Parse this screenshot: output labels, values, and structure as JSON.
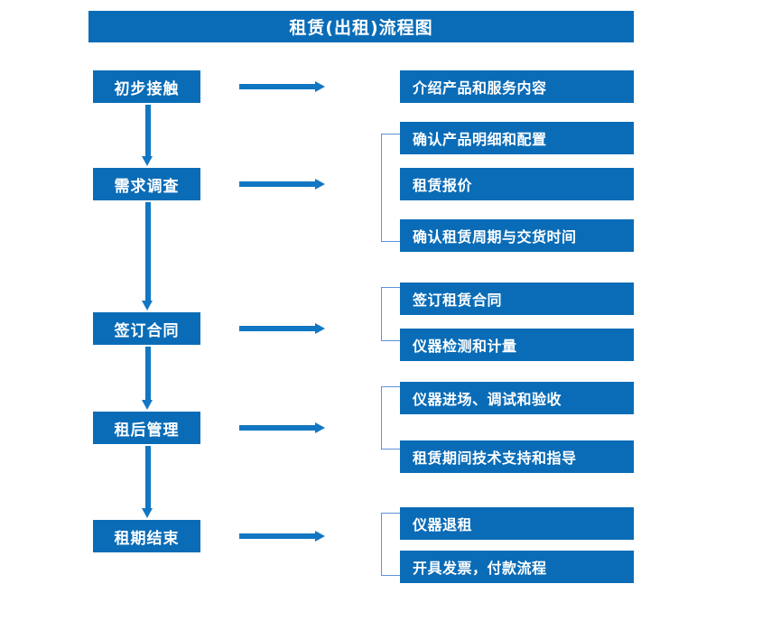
{
  "diagram": {
    "title": "租赁(出租)流程图",
    "accent_color": "#0a6cb7",
    "arrow_color": "#1277c2",
    "bracket_color": "#5b93d6",
    "text_color": "#ffffff",
    "background_color": "#ffffff"
  },
  "stages": [
    {
      "label": "初步接触"
    },
    {
      "label": "需求调查"
    },
    {
      "label": "签订合同"
    },
    {
      "label": "租后管理"
    },
    {
      "label": "租期结束"
    }
  ],
  "details": [
    {
      "label": "介绍产品和服务内容"
    },
    {
      "label": "确认产品明细和配置"
    },
    {
      "label": "租赁报价"
    },
    {
      "label": "确认租赁周期与交货时间"
    },
    {
      "label": "签订租赁合同"
    },
    {
      "label": "仪器检测和计量"
    },
    {
      "label": "仪器进场、调试和验收"
    },
    {
      "label": "租赁期间技术支持和指导"
    },
    {
      "label": "仪器退租"
    },
    {
      "label": "开具发票，付款流程"
    }
  ],
  "groups": [
    {
      "name": "group-requirement",
      "detail_indices": [
        1,
        2,
        3
      ]
    },
    {
      "name": "group-contract",
      "detail_indices": [
        4,
        5
      ]
    },
    {
      "name": "group-post-rental",
      "detail_indices": [
        6,
        7
      ]
    },
    {
      "name": "group-end-of-term",
      "detail_indices": [
        8,
        9
      ]
    }
  ],
  "connectors": {
    "vertical_arrow_count": 4,
    "horizontal_arrow_count": 5,
    "vertical_icon": "arrow-down-icon",
    "horizontal_icon": "arrow-right-icon"
  }
}
